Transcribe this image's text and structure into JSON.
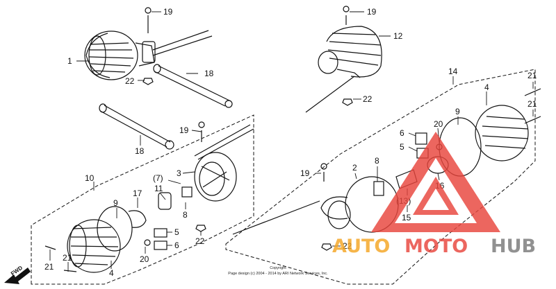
{
  "callouts": {
    "c19a": "19",
    "c1": "1",
    "c22a": "22",
    "c18a": "18",
    "c19b": "19",
    "c12": "12",
    "c22b": "22",
    "c14": "14",
    "c19c": "19",
    "c18b": "18",
    "c10": "10",
    "c3": "3",
    "c7": "(7)",
    "c11": "11",
    "c17": "17",
    "c9a": "9",
    "c8a": "8",
    "c5a": "5",
    "c6a": "6",
    "c22c": "22",
    "c20a": "20",
    "c21a": "21",
    "c21b": "21",
    "c4a": "4",
    "c21c": "21",
    "c21d": "21",
    "c4b": "4",
    "c9b": "9",
    "c20b": "20",
    "c6b": "6",
    "c5b": "5",
    "c8b": "8",
    "c2": "2",
    "c19d": "19",
    "c16": "16",
    "c13": "(13)",
    "c15": "15",
    "c22d": "22"
  },
  "fwd_label": "FWD",
  "copyright": {
    "line1": "Copyright",
    "line2": "Page design (c) 2004 - 2014 by ARI Network Services, Inc."
  },
  "watermark": {
    "part1": "AUTO",
    "part2": "MOTO",
    "part3": "HUB",
    "color_orange": "#f5a623",
    "color_red": "#e8453c",
    "color_gray": "#7a7a7a"
  }
}
